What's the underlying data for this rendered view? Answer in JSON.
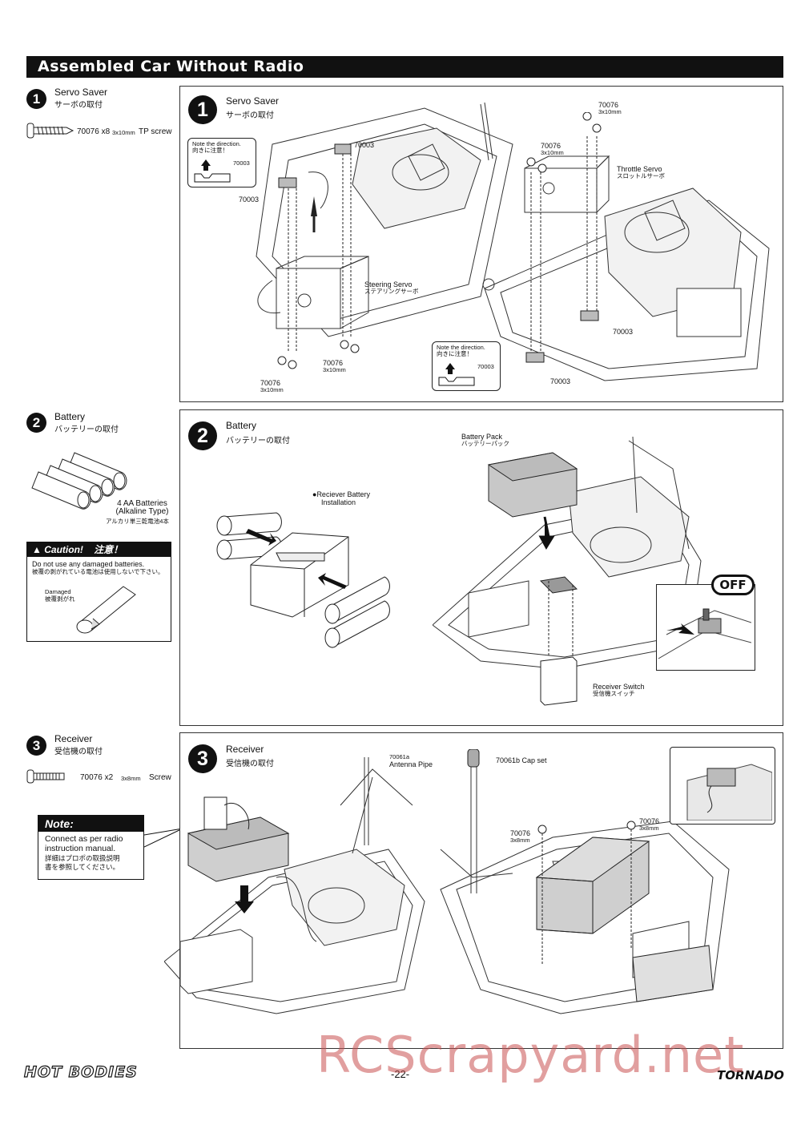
{
  "page_title": "Assembled Car Without Radio",
  "steps": [
    {
      "num": "1",
      "title_en": "Servo Saver",
      "title_jp": "サーボの取付",
      "parts": {
        "code": "70076",
        "qty": "x8",
        "size": "3x10mm",
        "name": "TP screw"
      },
      "panel": {
        "title_en": "Servo Saver",
        "title_jp": "サーボの取付",
        "note1": {
          "line1": "Note the direction.",
          "line2": "向きに注意！",
          "part": "70003"
        },
        "note2": {
          "line1": "Note the direction.",
          "line2": "向きに注意！",
          "part": "70003"
        },
        "labels": {
          "p70003_a": "70003",
          "p70003_b": "70003",
          "p70003_c": "70003",
          "p70003_d": "70003",
          "p70076_a": "70076",
          "p70076_a_size": "3x10mm",
          "p70076_b": "70076",
          "p70076_b_size": "3x10mm",
          "p70076_c": "70076",
          "p70076_c_size": "3x10mm",
          "p70076_d": "70076",
          "p70076_d_size": "3x10mm",
          "steering_en": "Steering Servo",
          "steering_jp": "ステアリングサーボ",
          "throttle_en": "Throttle Servo",
          "throttle_jp": "スロットルサーボ"
        }
      }
    },
    {
      "num": "2",
      "title_en": "Battery",
      "title_jp": "バッテリーの取付",
      "batteries": {
        "line1": "4 AA Batteries",
        "line2": "(Alkaline Type)",
        "jp": "アルカリ単三乾電池4本"
      },
      "caution": {
        "head_en": "Caution!",
        "head_jp": "注意！",
        "text_en": "Do not use any damaged batteries.",
        "text_jp": "被覆の剥がれている電池は使用しないで下さい。",
        "damaged_en": "Damaged",
        "damaged_jp": "被覆剥がれ"
      },
      "panel": {
        "title_en": "Battery",
        "title_jp": "バッテリーの取付",
        "install_line1": "Reciever Battery",
        "install_line2": "Installation",
        "pack_en": "Battery Pack",
        "pack_jp": "バッテリーパック",
        "off": "OFF",
        "switch_en": "Receiver Switch",
        "switch_jp": "受信機スイッチ"
      }
    },
    {
      "num": "3",
      "title_en": "Receiver",
      "title_jp": "受信機の取付",
      "parts": {
        "code": "70076",
        "qty": "x2",
        "size": "3x8mm",
        "name": "Screw"
      },
      "note": {
        "head": "Note:",
        "line1": "Connect as per radio",
        "line2": "instruction manual.",
        "jp1": "詳細はプロポの取扱説明",
        "jp2": "書を参照してください。"
      },
      "panel": {
        "title_en": "Receiver",
        "title_jp": "受信機の取付",
        "antenna_code": "70061a",
        "antenna_name": "Antenna Pipe",
        "cap": "70061b Cap set",
        "screw_a": "70076",
        "screw_a_size": "3x8mm",
        "screw_b": "70076",
        "screw_b_size": "3x8mm"
      }
    }
  ],
  "footer": {
    "page": "-22-",
    "brand_left": "HOT BODIES",
    "brand_right": "TORNADO",
    "watermark": "RCScrapyard.net"
  }
}
